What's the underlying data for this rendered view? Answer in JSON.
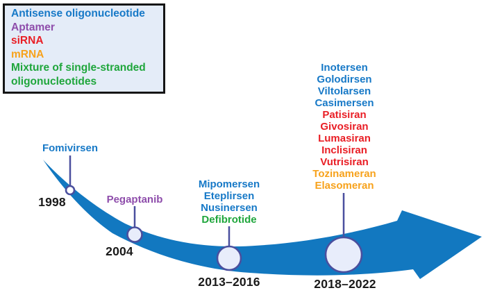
{
  "colors": {
    "blue": "#1779c7",
    "purple": "#8e4dab",
    "red": "#e91e25",
    "orange": "#f7a21c",
    "green": "#1fa63c",
    "arrow": "#1278c0",
    "node_stroke": "#4a4f9e",
    "node_fill": "#e8edfb",
    "year_text": "#1a1a1a",
    "legend_bg": "#e4ecf8",
    "legend_border": "#151515"
  },
  "legend": {
    "items": [
      {
        "label": "Antisense oligonucleotide",
        "color": "#1779c7"
      },
      {
        "label": "Aptamer",
        "color": "#8e4dab"
      },
      {
        "label": "siRNA",
        "color": "#e91e25"
      },
      {
        "label": "mRNA",
        "color": "#f7a21c"
      },
      {
        "label": "Mixture of single-stranded oligonucleotides",
        "color": "#1fa63c"
      }
    ]
  },
  "timeline": {
    "milestones": [
      {
        "year": "1998",
        "node_fill": "#ffffff",
        "drugs": [
          {
            "name": "Fomivirsen",
            "color": "#1779c7"
          }
        ]
      },
      {
        "year": "2004",
        "node_fill": "#e8edfb",
        "drugs": [
          {
            "name": "Pegaptanib",
            "color": "#8e4dab"
          }
        ]
      },
      {
        "year": "2013–2016",
        "node_fill": "#e8edfb",
        "drugs": [
          {
            "name": "Mipomersen",
            "color": "#1779c7"
          },
          {
            "name": "Eteplirsen",
            "color": "#1779c7"
          },
          {
            "name": "Nusinersen",
            "color": "#1779c7"
          },
          {
            "name": "Defibrotide",
            "color": "#1fa63c"
          }
        ]
      },
      {
        "year": "2018–2022",
        "node_fill": "#e8edfb",
        "drugs": [
          {
            "name": "Inotersen",
            "color": "#1779c7"
          },
          {
            "name": "Golodirsen",
            "color": "#1779c7"
          },
          {
            "name": "Viltolarsen",
            "color": "#1779c7"
          },
          {
            "name": "Casimersen",
            "color": "#1779c7"
          },
          {
            "name": "Patisiran",
            "color": "#e91e25"
          },
          {
            "name": "Givosiran",
            "color": "#e91e25"
          },
          {
            "name": "Lumasiran",
            "color": "#e91e25"
          },
          {
            "name": "Inclisiran",
            "color": "#e91e25"
          },
          {
            "name": "Vutrisiran",
            "color": "#e91e25"
          },
          {
            "name": "Tozinameran",
            "color": "#f7a21c"
          },
          {
            "name": "Elasomeran",
            "color": "#f7a21c"
          }
        ]
      }
    ]
  }
}
